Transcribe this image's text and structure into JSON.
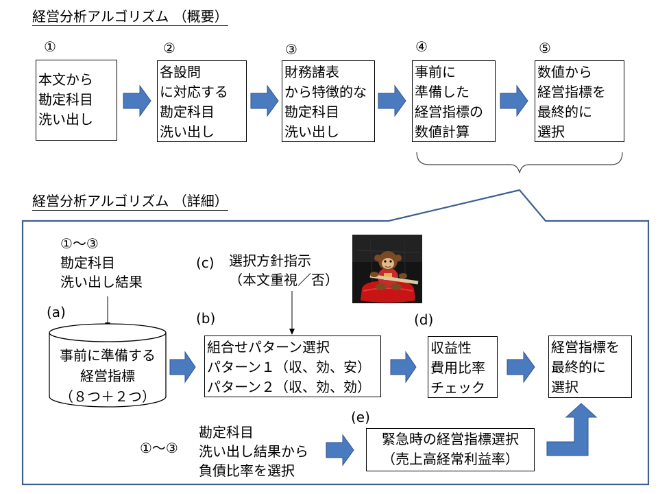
{
  "overview": {
    "heading": "経営分析アルゴリズム （概要）",
    "steps": [
      {
        "num": "①",
        "lines": [
          "本文から",
          "勘定科目",
          "洗い出し"
        ]
      },
      {
        "num": "②",
        "lines": [
          "各設問",
          "に対応する",
          "勘定科目",
          "洗い出し"
        ]
      },
      {
        "num": "③",
        "lines": [
          "財務諸表",
          "から特徴的な",
          "勘定科目",
          "洗い出し"
        ]
      },
      {
        "num": "④",
        "lines": [
          "事前に",
          "準備した",
          "経営指標の",
          "数値計算"
        ]
      },
      {
        "num": "⑤",
        "lines": [
          "数値から",
          "経営指標を",
          "最終的に",
          "選択"
        ]
      }
    ]
  },
  "detail": {
    "heading": "経営分析アルゴリズム （詳細）",
    "input_top": [
      "①～③",
      "勘定科目",
      "洗い出し結果"
    ],
    "label_a": "(a)",
    "database": [
      "事前に準備する",
      "経営指標",
      "（８つ＋２つ）"
    ],
    "label_c": "(c)",
    "policy": [
      "選択方針指示",
      "（本文重視／否）"
    ],
    "label_b": "(b)",
    "pattern_box": [
      "組合せパターン選択",
      "パターン１（収、効、安）",
      "パターン２（収、効、効）"
    ],
    "label_d": "(d)",
    "check_box": [
      "収益性",
      "費用比率",
      "チェック"
    ],
    "final_box": [
      "経営指標を",
      "最終的に",
      "選択"
    ],
    "bottom_input_num": "①～③",
    "bottom_input": [
      "勘定科目",
      "洗い出し結果から",
      "負債比率を選択"
    ],
    "label_e": "(e)",
    "emergency_box": [
      "緊急時の経営指標選択",
      "（売上高経常利益率）"
    ]
  },
  "colors": {
    "arrow_fill": "#4a7bbf",
    "arrow_stroke": "#2f528f",
    "panel_border": "#3d5f8f"
  },
  "photo": {
    "icon": "toy-monkey-photo"
  }
}
